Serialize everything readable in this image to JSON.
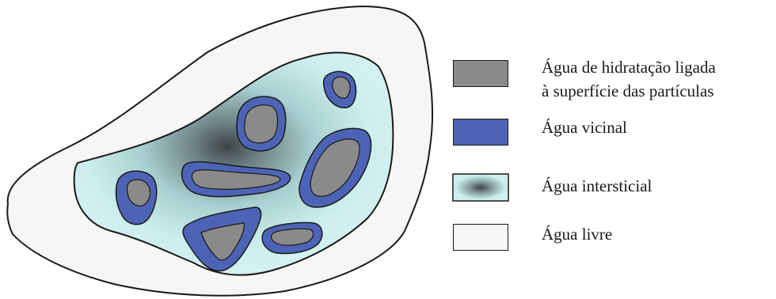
{
  "legend": {
    "items": [
      {
        "key": "hydration",
        "lines": [
          "Água de hidratação ligada",
          "à superfície das partículas"
        ],
        "color": "#8a8a8a"
      },
      {
        "key": "vicinal",
        "lines": [
          "Água vicinal"
        ],
        "color": "#4d63b5"
      },
      {
        "key": "interstitial",
        "lines": [
          "Água intersticial"
        ],
        "color": "#c8ecec"
      },
      {
        "key": "free",
        "lines": [
          "Água livre"
        ],
        "color": "#f6f6f6"
      }
    ]
  },
  "colors": {
    "particle": "#8a8a8a",
    "vicinal": "#4d63b5",
    "interstitial_light": "#cdeeee",
    "interstitial_dark": "#4a4f55",
    "free_water": "#f6f6f6",
    "outline": "#1a1a1a"
  }
}
